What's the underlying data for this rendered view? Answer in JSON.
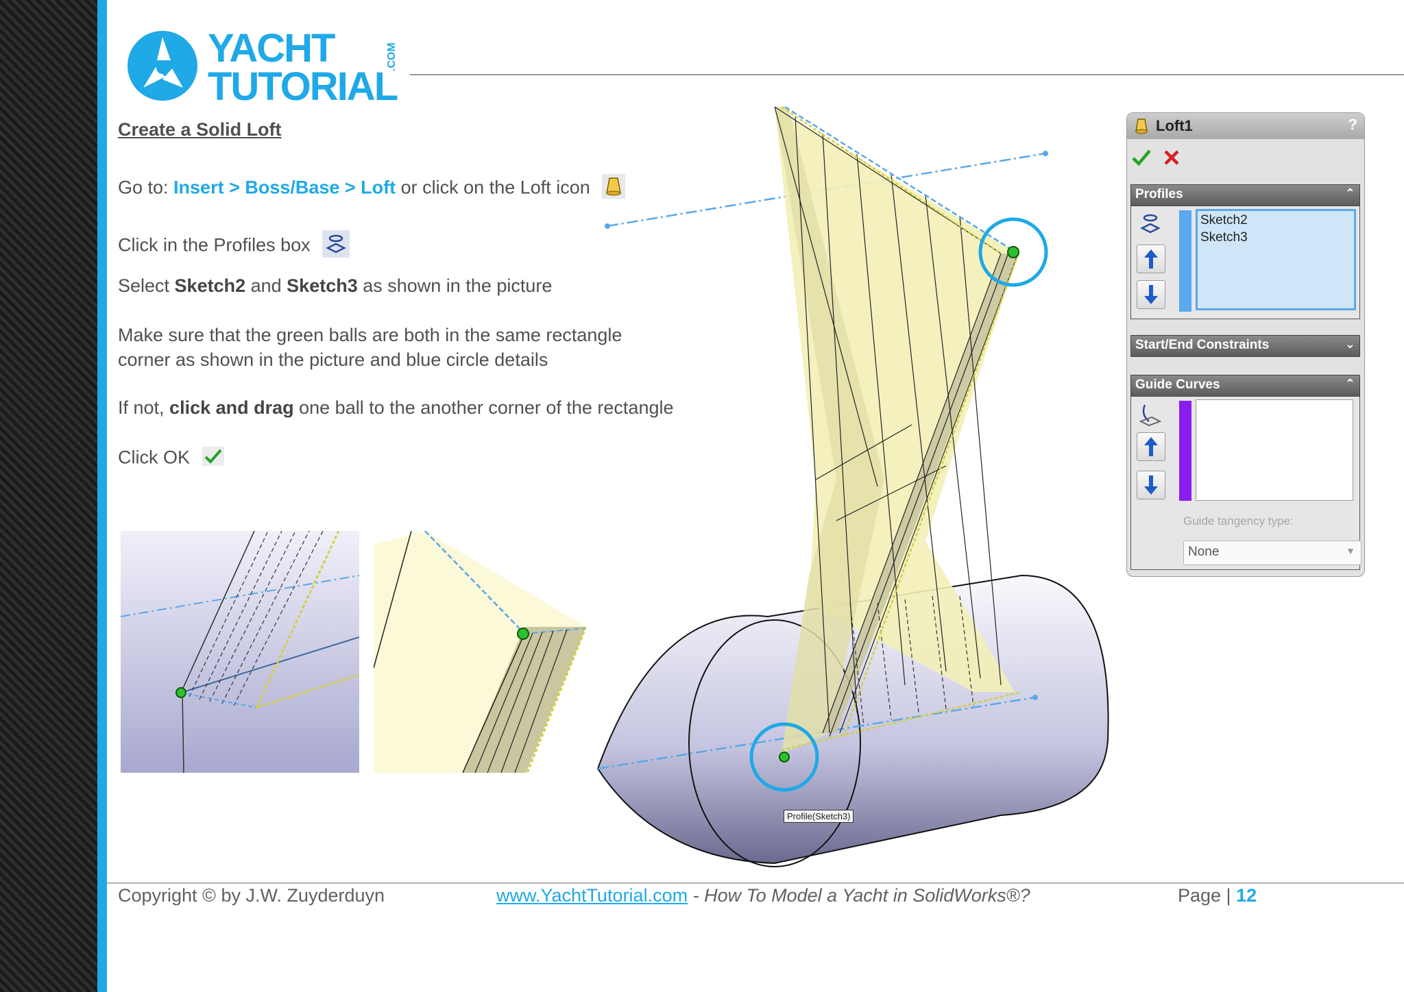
{
  "logo": {
    "line1": "YACHT",
    "line2": "TUTORIAL",
    "com": ".COM"
  },
  "content": {
    "title": "Create a Solid Loft",
    "step1": {
      "prefix": "Go to: ",
      "path": "Insert > Boss/Base > Loft",
      "suffix": " or click on the Loft icon"
    },
    "step2": "Click in the Profiles box",
    "step3": {
      "a": "Select ",
      "b": "Sketch2",
      "c": " and ",
      "d": "Sketch3",
      "e": " as shown in the picture"
    },
    "step4": {
      "line1": "Make sure that the green balls are both in the same rectangle",
      "line2": "corner as shown in the picture and blue circle details"
    },
    "step5": {
      "a": "If not, ",
      "b": "click and drag",
      "c": " one ball to the another corner of the rectangle"
    },
    "step6": "Click OK"
  },
  "model": {
    "tag": "Profile(Sketch3)"
  },
  "panel": {
    "title": "Loft1",
    "help": "?",
    "profiles_header": "Profiles",
    "profiles": [
      "Sketch2",
      "Sketch3"
    ],
    "constraints_header": "Start/End Constraints",
    "guide_header": "Guide Curves",
    "guide_tangency_label": "Guide tangency type:",
    "guide_tangency_value": "None"
  },
  "footer": {
    "copyright": "Copyright © by J.W. Zuyderduyn",
    "url": "www.YachtTutorial.com",
    "subtitle": " - How To Model a Yacht in SolidWorks®?",
    "page_label": "Page | ",
    "page_number": "12"
  },
  "colors": {
    "accent": "#1fa9e6",
    "yellow_surface": "#f6f3c4",
    "hull": "#c9c9e2"
  }
}
